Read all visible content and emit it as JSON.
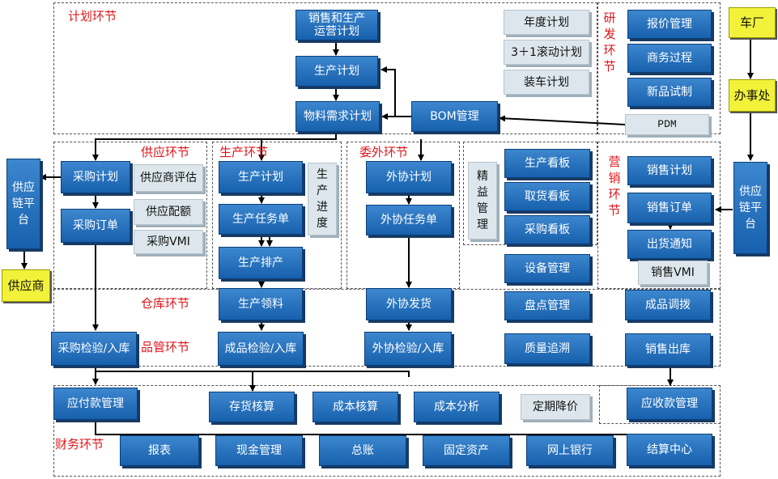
{
  "sections": {
    "plan": "计划环节",
    "rd": "研发环节",
    "supply": "供应环节",
    "production": "生产环节",
    "outsource": "委外环节",
    "sales": "营销环节",
    "warehouse": "仓库环节",
    "quality": "品管环节",
    "finance": "财务环节"
  },
  "plan": {
    "sales_ops_plan": "销售和生产运营计划",
    "production_plan": "生产计划",
    "mrp": "物料需求计划",
    "bom": "BOM管理",
    "annual_plan": "年度计划",
    "rolling_plan": "3＋1滚动计划",
    "loading_plan": "装车计划"
  },
  "rd": {
    "quotation": "报价管理",
    "business": "商务过程",
    "trial": "新品试制",
    "pdm": "PDM"
  },
  "external": {
    "oem": "车厂",
    "office": "办事处",
    "supplier": "供应商",
    "scp_left": "供应链平台",
    "scp_right": "供应链平台"
  },
  "supply": {
    "purchase_plan": "采购计划",
    "purchase_order": "采购订单",
    "supplier_eval": "供应商评估",
    "supplier_quota": "供应配额",
    "purchase_vmi": "采购VMI"
  },
  "production": {
    "plan": "生产计划",
    "task": "生产任务单",
    "schedule": "生产排产",
    "progress": "生产进度",
    "pick": "生产领料",
    "fg_inspect": "成品检验/入库"
  },
  "outsource": {
    "plan": "外协计划",
    "task": "外协任务单",
    "ship": "外协发货",
    "inspect": "外协检验/入库"
  },
  "lean": {
    "title": "精益管理",
    "prod_board": "生产看板",
    "pick_board": "取货看板",
    "purchase_board": "采购看板",
    "equipment": "设备管理",
    "stocktake": "盘点管理",
    "trace": "质量追溯"
  },
  "sales": {
    "plan": "销售计划",
    "order": "销售订单",
    "ship_notice": "出货通知",
    "vmi": "销售VMI",
    "transfer": "成品调拨",
    "outbound": "销售出库"
  },
  "supply_wh": {
    "inspect": "采购检验/入库"
  },
  "finance": {
    "payable": "应付款管理",
    "inventory_acct": "存货核算",
    "cost_acct": "成本核算",
    "cost_analysis": "成本分析",
    "price_reduce": "定期降价",
    "receivable": "应收款管理",
    "report": "报表",
    "cash": "现金管理",
    "ledger": "总账",
    "assets": "固定资产",
    "ebank": "网上银行",
    "settlement": "结算中心"
  }
}
